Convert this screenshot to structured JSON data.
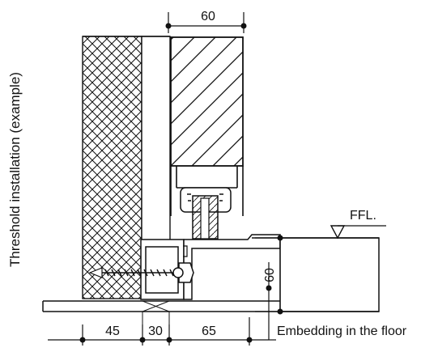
{
  "title": "Threshold installation (example)",
  "colors": {
    "ink": "#111111",
    "fill": "#ffffff"
  },
  "dimensions": {
    "top_width": "60",
    "bottom_segment_1": "45",
    "bottom_segment_2": "30",
    "bottom_segment_3": "65",
    "vertical_depth": "60"
  },
  "labels": {
    "ffl": "FFL.",
    "embedding": "Embedding in the floor"
  }
}
